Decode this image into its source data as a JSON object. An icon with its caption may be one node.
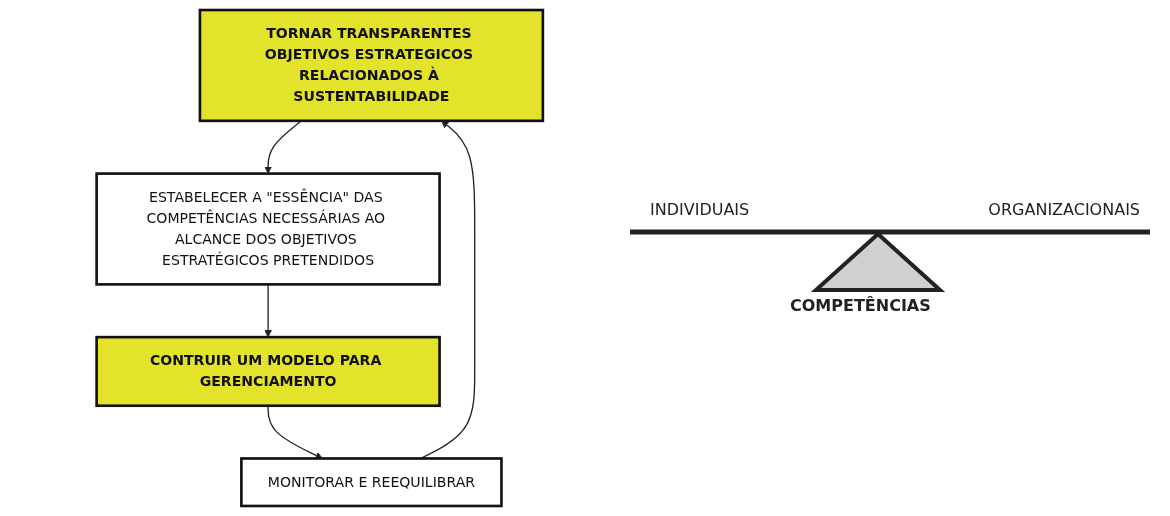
{
  "diagram": {
    "nodes": [
      {
        "text": [
          "TORNAR TRANSPARENTES OBJETIVOS ESTRATEGICOS RELACIONADOS À SUSTENTABILIDADE"
        ]
      },
      {
        "text": [
          "ESTABELECER A \"ESSÊNCIA\" DAS COMPETÊNCIAS NECESSÁRIAS AO ALCANCE DOS OBJETIVOS ESTRATÉGICOS PRETENDIDOS"
        ]
      },
      {
        "text": [
          "MONITORAR E REEQUILIBRAR"
        ]
      },
      {
        "text": [
          "CONTRUIR UM MODELO PARA GERENCIAMENTO"
        ]
      }
    ],
    "edges": [
      {
        "from": 0,
        "to": 1,
        "arrow": "to"
      },
      {
        "from": 1,
        "to": 3,
        "arrow": "to"
      },
      {
        "from": 3,
        "to": 2,
        "arrow": "to"
      },
      {
        "from": 2,
        "to": 0,
        "arrow": "to"
      }
    ],
    "labels": [
      "INDIVIDUAIS",
      "ORGANIZACIONAIS",
      "COMPETÊNCIAS"
    ]
  }
}
